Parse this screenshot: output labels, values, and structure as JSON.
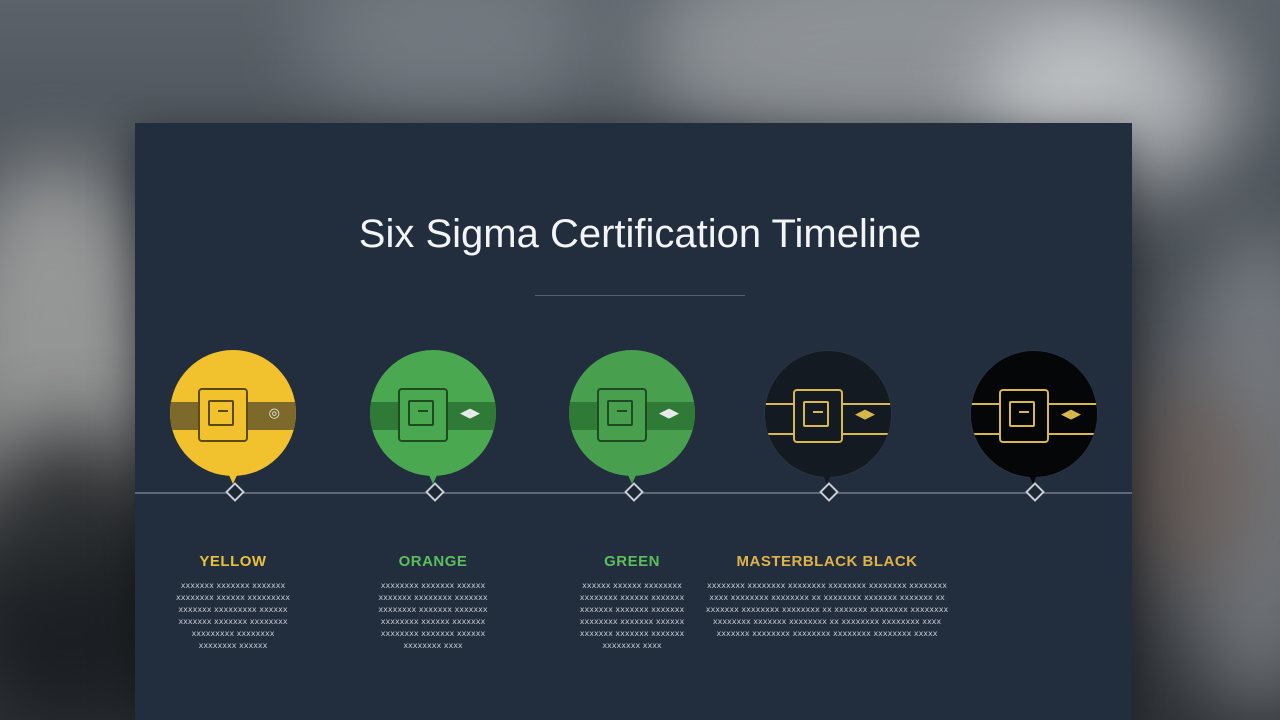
{
  "slide": {
    "title": "Six Sigma Certification Timeline"
  },
  "stages": [
    {
      "label": "YELLOW",
      "label_color": "#e9c13a",
      "badge_color": "#f2c12e",
      "belt_color": "#7d6a2a",
      "icon_color": "#5a4a10",
      "icon": "belt-buckle-icon",
      "mark": "◎",
      "desc": [
        "xxxxxxx xxxxxxx xxxxxxx",
        "xxxxxxxx xxxxxx xxxxxxxxx",
        "xxxxxxx xxxxxxxxx xxxxxx",
        "xxxxxxx xxxxxxx xxxxxxxx",
        "xxxxxxxxx xxxxxxxx",
        "xxxxxxxx xxxxxx"
      ]
    },
    {
      "label": "ORANGE",
      "label_color": "#5cbf5e",
      "badge_color": "#4aa850",
      "belt_color": "#2f7a37",
      "icon_color": "#1f4a22",
      "icon": "belt-buckle-icon",
      "mark": "◀▶",
      "desc": [
        "xxxxxxxx xxxxxxx xxxxxx",
        "xxxxxxx xxxxxxxx xxxxxxx",
        "xxxxxxxx xxxxxxx xxxxxxx",
        "xxxxxxxx xxxxxx xxxxxxx",
        "xxxxxxxx xxxxxxx xxxxxx",
        "xxxxxxxx xxxx"
      ]
    },
    {
      "label": "GREEN",
      "label_color": "#5cbf5e",
      "badge_color": "#48a04e",
      "belt_color": "#2f7a37",
      "icon_color": "#1f4a22",
      "icon": "belt-buckle-icon",
      "mark": "◀▶",
      "desc": [
        "xxxxxx xxxxxx xxxxxxxx",
        "xxxxxxxx xxxxxx xxxxxxx",
        "xxxxxxx xxxxxxx xxxxxxx",
        "xxxxxxxx xxxxxxx xxxxxx",
        "xxxxxxx xxxxxxx xxxxxxx",
        "xxxxxxxx xxxx"
      ]
    },
    {
      "label": "BLACK",
      "label_color": "#e0b34a",
      "badge_color": "#141a22",
      "belt_color": "#141a22",
      "icon_color": "#d8b84a",
      "icon": "belt-buckle-icon",
      "mark": "◀▶",
      "desc": [
        "xxxxxxxx xxxxxxxx xxxxxxxx xxxxxxxx xxxxxxxx xxxxxxxx",
        "xxxx xxxxxxxx xxxxxxxx xx xxxxxxxx xxxxxxx xxxxxxx xx",
        "xxxxxxx xxxxxxxx xxxxxxxx xx xxxxxxx xxxxxxxx xxxxxxxx",
        "xxxxxxxx xxxxxxx xxxxxxxx xx xxxxxxxx xxxxxxxx xxxx",
        "xxxxxxx xxxxxxxx xxxxxxxx xxxxxxxx xxxxxxxx xxxxx"
      ]
    },
    {
      "label": "MASTER BLACK",
      "label_color": "#e0b34a",
      "badge_color": "#050608",
      "belt_color": "#050608",
      "icon_color": "#d8b84a",
      "icon": "belt-buckle-icon",
      "mark": "◀▶",
      "desc": []
    }
  ]
}
